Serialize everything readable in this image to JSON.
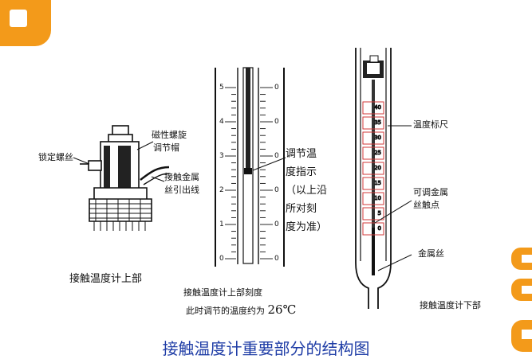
{
  "colors": {
    "accent_orange": "#f39a1a",
    "title_blue": "#1f3da6",
    "tube_red": "#d13a3a"
  },
  "icons": [
    "square-badge-icon",
    "side-tab-icon"
  ],
  "upper_part": {
    "label_lock_screw": "锁定螺丝",
    "label_magnetic_cap_1": "磁性螺旋",
    "label_magnetic_cap_2": "调节帽",
    "label_wire_1": "接触金属",
    "label_wire_2": "丝引出线",
    "caption": "接触温度计上部"
  },
  "scale": {
    "ticks_left": [
      "5",
      "4",
      "3",
      "2",
      "1",
      "0"
    ],
    "ticks_right": [
      "0",
      "0",
      "0",
      "0",
      "0",
      "0"
    ],
    "indicator_lines": [
      "调节温",
      "度指示",
      "（以上沿",
      "所对刻",
      "度为准）"
    ],
    "caption": "接触温度计上部刻度",
    "setting_text": "此时调节的温度约为",
    "setting_value": "26℃"
  },
  "lower_part": {
    "label_scale": "温度标尺",
    "label_contact_1": "可调金属",
    "label_contact_2": "丝触点",
    "label_wire": "金属丝",
    "caption": "接触温度计下部",
    "tube_numbers": [
      "40",
      "35",
      "30",
      "25",
      "20",
      "15",
      "10",
      "5",
      "0"
    ]
  },
  "figure_title": "接触温度计重要部分的结构图"
}
